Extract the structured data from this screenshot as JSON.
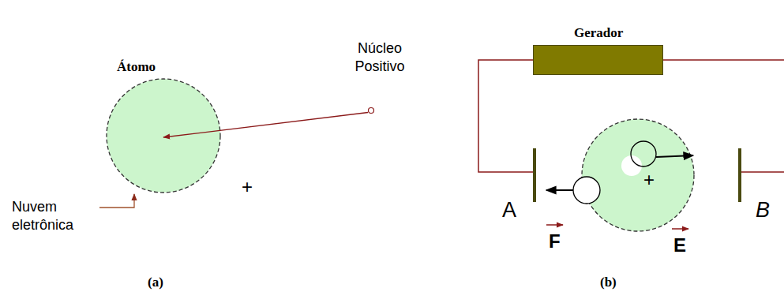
{
  "diagram": {
    "nodes": [
      {
        "text": [
          "Gerador"
        ]
      },
      {
        "text": [
          "Átomo"
        ]
      },
      {
        "text": [
          "+"
        ]
      }
    ],
    "labels": [
      "Núcleo Positivo",
      "+",
      "Nuvem eletrônica",
      "(a)",
      "A",
      "B",
      "F",
      "E",
      "(b)"
    ]
  }
}
